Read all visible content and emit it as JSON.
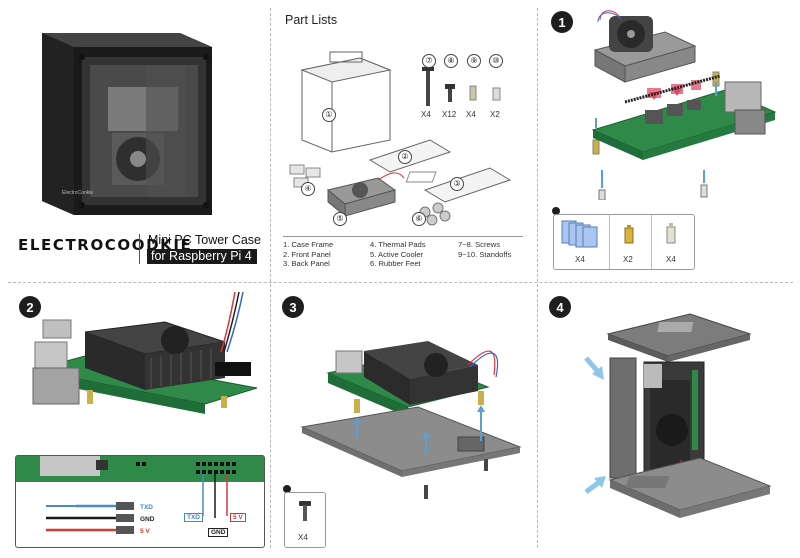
{
  "brand": {
    "logo_text": "ELECTROCOODKIE",
    "title_line1": "Mini PC Tower Case",
    "title_line2": "for Raspberry Pi 4",
    "case_badge_text": "ElectroCookie"
  },
  "parts": {
    "heading": "Part Lists",
    "callouts": [
      "①",
      "②",
      "③",
      "④",
      "⑤",
      "⑥",
      "⑦",
      "⑧",
      "⑨",
      "⑩"
    ],
    "quantities": [
      "X4",
      "X12",
      "X4",
      "X2"
    ],
    "legend_col1": [
      "1. Case Frame",
      "2. Front Panel",
      "3. Back Panel"
    ],
    "legend_col2": [
      "4. Thermal Pads",
      "5. Active Cooler",
      "6. Rubber Feet"
    ],
    "legend_col3": [
      "7~8. Screws",
      "9~10. Standoffs"
    ]
  },
  "steps": {
    "labels": [
      "1",
      "2",
      "3",
      "4"
    ],
    "step1_box_qty": [
      "X4",
      "X2",
      "X4"
    ],
    "step3_box_qty": [
      "X4"
    ]
  },
  "wiring": {
    "labels": [
      "TXD",
      "GND",
      "5 V"
    ],
    "callouts": [
      "TXD",
      "GND",
      "5 V"
    ],
    "colors": {
      "txd": "#4a88c7",
      "gnd": "#1a1a1a",
      "v5": "#d23a3a"
    }
  }
}
